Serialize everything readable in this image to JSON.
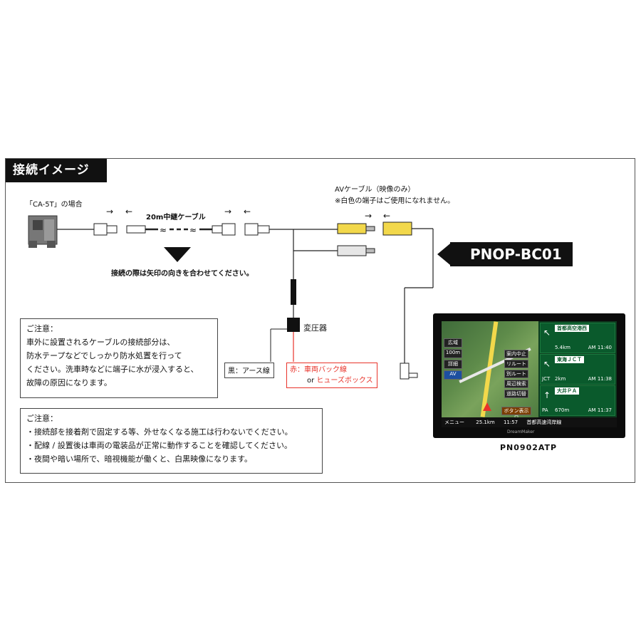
{
  "section_title": "接続イメージ",
  "camera": {
    "case_label": "「CA-5T」の場合"
  },
  "cable": {
    "extension_label": "20m中継ケーブル",
    "arrow_left": "→",
    "arrow_right": "←",
    "connect_note": "接続の際は矢印の向きを合わせてください。"
  },
  "av_cable": {
    "title": "AVケーブル（映像のみ）",
    "note": "※白色の端子はご使用になれません。"
  },
  "product_pill": "PNOP-BC01",
  "converter": {
    "label": "変圧器",
    "ground_label": "黒：アース線",
    "red_label": "赤：車両バック線",
    "or_label": "or",
    "fuse_label": "ヒューズボックス"
  },
  "caution1": {
    "title": "ご注意：",
    "lines": [
      "車外に設置されるケーブルの接続部分は、",
      "防水テープなどでしっかり防水処置を行って",
      "ください。洗車時などに端子に水が浸入すると、",
      "故障の原因になります。"
    ]
  },
  "caution2": {
    "title": "ご注意：",
    "lines": [
      "・接続部を接着剤で固定する等、外せなくなる施工は行わないでください。",
      "・配線 / 設置後は車両の電装品が正常に動作することを確認してください。",
      "・夜間や暗い場所で、暗視機能が働くと、白黒映像になります。"
    ]
  },
  "nav": {
    "model": "PN0902ATP",
    "left_buttons": [
      "広域",
      "100m",
      "詳細",
      "AV"
    ],
    "mid_buttons": [
      "案内中止",
      "リルート",
      "別ルート",
      "周辺検索",
      "道路切替",
      "ボタン表示日"
    ],
    "menu_label": "メニュー",
    "junctions": [
      {
        "name": "首都高空港西",
        "dist": "5.4km",
        "time": "AM 11:40",
        "arrow": "↖"
      },
      {
        "name": "東海ＪＣＴ",
        "dist": "2km",
        "time": "AM 11:38",
        "arrow": "↖",
        "tag": "JCT"
      },
      {
        "name": "大井ＰＡ",
        "dist": "670m",
        "time": "AM 11:37",
        "arrow": "↑",
        "tag": "PA"
      }
    ],
    "status": {
      "distance": "25.1km",
      "clock": "11:57",
      "road": "首都高速湾岸線"
    },
    "brand": "DreamMaker"
  },
  "colors": {
    "accent_red": "#e8332a",
    "plug_yellow": "#f2d84b",
    "plug_white": "#e6e6e6"
  }
}
